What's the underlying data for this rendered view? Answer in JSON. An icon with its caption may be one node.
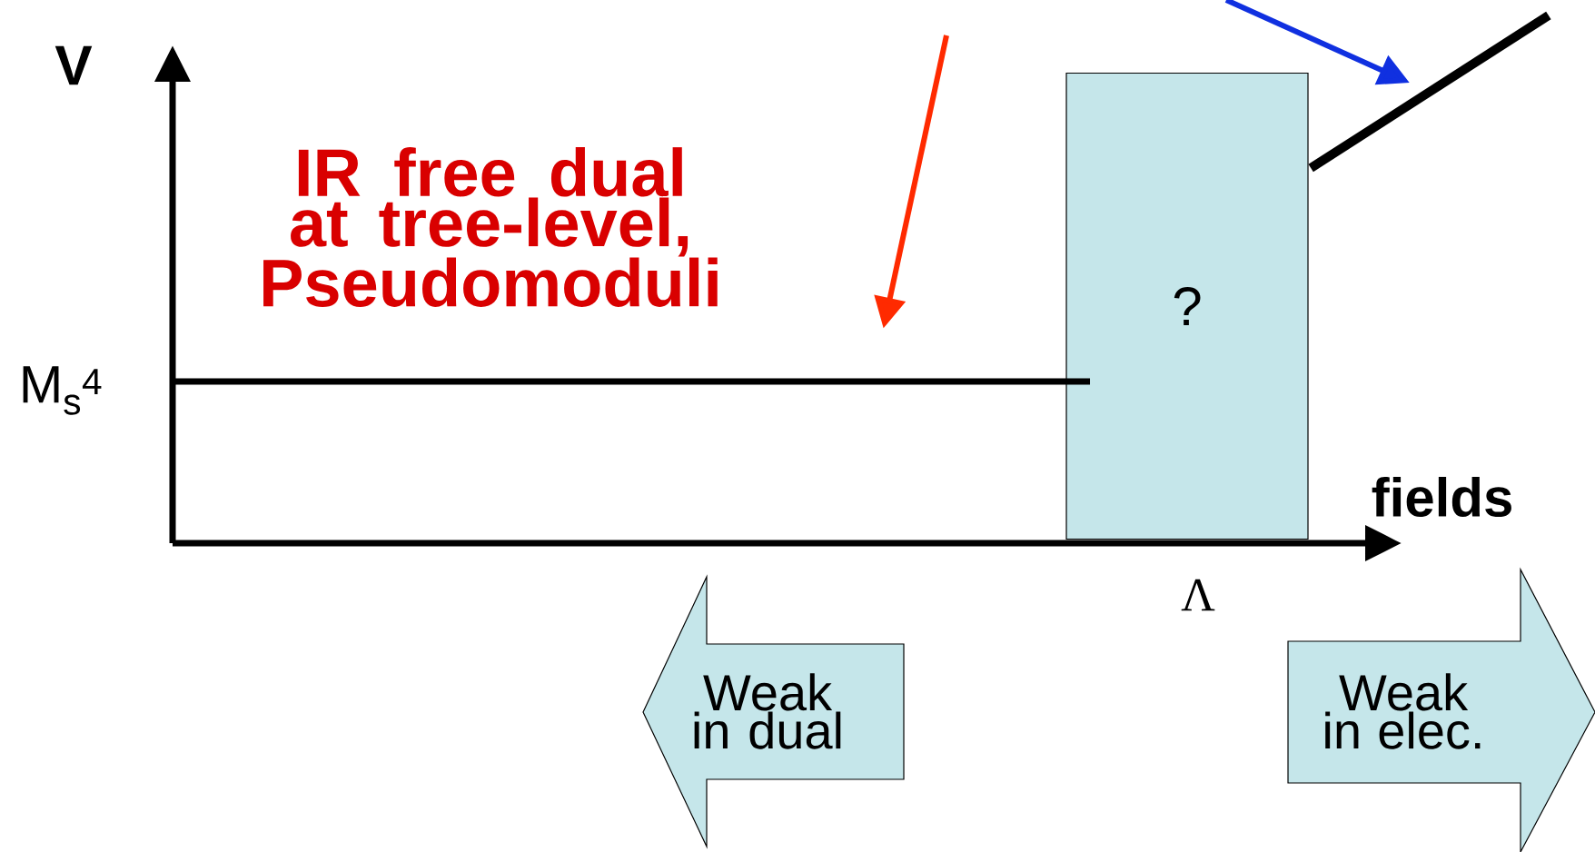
{
  "diagram": {
    "nodes": [
      {
        "text": [
          "?"
        ]
      },
      {
        "text": [
          "Weak in dual"
        ]
      },
      {
        "text": [
          "Weak in elec."
        ]
      },
      {
        "text": [],
        "shape": "line"
      },
      {
        "text": [],
        "shape": "line"
      }
    ],
    "edges": [
      {
        "from": null,
        "to": 3,
        "arrow": "to",
        "color": "#ff2a00"
      },
      {
        "from": null,
        "to": 4,
        "arrow": "to",
        "color": "#1030e0"
      }
    ],
    "labels": [
      "V",
      "M$_{s}$$^{4}$",
      "IR free dual at tree-level, Pseudomoduli",
      "fields",
      "Λ"
    ]
  }
}
